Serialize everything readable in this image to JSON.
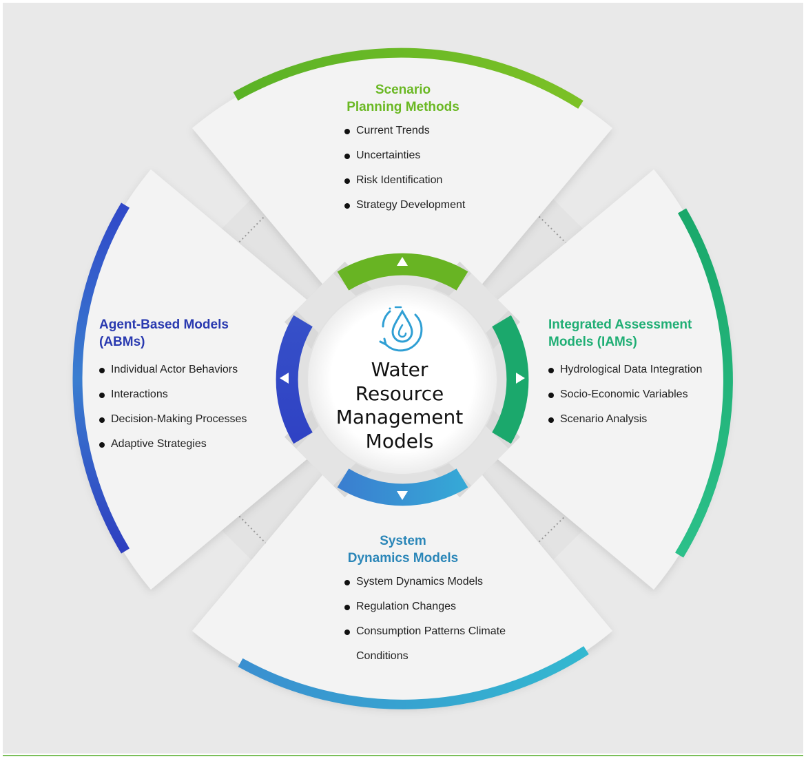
{
  "center": {
    "title_lines": [
      "Water",
      "Resource",
      "Management",
      "Models"
    ],
    "icon": "water-drop-cycle-icon"
  },
  "sections": {
    "top": {
      "title_lines": [
        "Scenario",
        "Planning Methods"
      ],
      "color": "#6ab823",
      "items": [
        "Current Trends",
        "Uncertainties",
        "Risk Identification",
        "Strategy Development"
      ]
    },
    "right": {
      "title_lines": [
        "Integrated Assessment",
        "Models (IAMs)"
      ],
      "color": "#1fae74",
      "items": [
        "Hydrological Data Integration",
        "Socio-Economic Variables",
        "Scenario Analysis"
      ]
    },
    "bottom": {
      "title_lines": [
        "System",
        "Dynamics Models"
      ],
      "color": "#2a86b8",
      "items": [
        "System Dynamics Models",
        "Regulation Changes",
        "Consumption Patterns Climate",
        "Conditions"
      ]
    },
    "left": {
      "title_lines": [
        "Agent-Based Models",
        "(ABMs)"
      ],
      "color": "#2a3ab0",
      "items": [
        "Individual Actor Behaviors",
        "Interactions",
        "Decision-Making Processes",
        "Adaptive Strategies"
      ]
    }
  },
  "colors": {
    "background": "#e9e9e9",
    "panel": "#f3f3f3",
    "green": "#6ab823",
    "teal": "#1fae74",
    "blue": "#2a3ab0",
    "sky": "#2a9bd0",
    "border_line": "#7bbf5a"
  }
}
